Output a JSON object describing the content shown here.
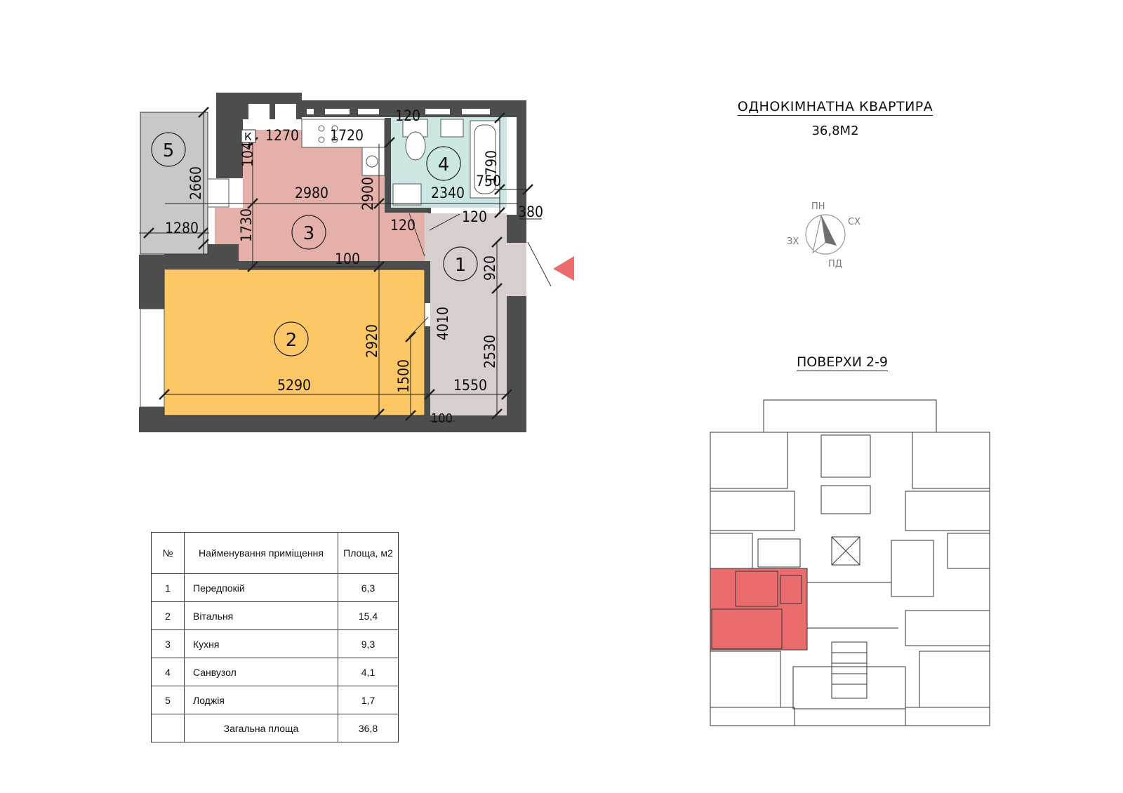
{
  "plan_title": "ОДНОКІМНАТНА КВАРТИРА",
  "plan_area": "36,8М2",
  "floors_label": "ПОВЕРХИ 2-9",
  "compass": {
    "n": "ПН",
    "e": "СХ",
    "w": "ЗХ",
    "s": "ПД"
  },
  "room_numbers": [
    "1",
    "2",
    "3",
    "4",
    "5"
  ],
  "room_colors": {
    "hall": "#d6cfcd",
    "living": "#fdc766",
    "kitchen": "#e6b0aa",
    "bath": "#cce6e4",
    "loggia": "#c8c8c8",
    "wall": "#4d4d4d",
    "highlight": "#ea6c6c",
    "entry_arrow": "#ea6c6c"
  },
  "dimensions": {
    "d1270": "1270",
    "d1720": "1720",
    "d120a": "120",
    "d1040": "1040",
    "d2660": "2660",
    "d1280": "1280",
    "d2980": "2980",
    "d1730": "1730",
    "d2900": "2900",
    "d2340": "2340",
    "d1790": "1790",
    "d750": "750",
    "d380": "380",
    "d120b": "120",
    "d120c": "120",
    "d100a": "100",
    "d920": "920",
    "d4010": "4010",
    "d2920": "2920",
    "d2530": "2530",
    "d5290": "5290",
    "d1500": "1500",
    "d1550": "1550",
    "d100b": "100",
    "k": "К"
  },
  "table": {
    "headers": {
      "no": "№",
      "name": "Найменування приміщення",
      "area": "Площа, м2"
    },
    "rows": [
      {
        "no": "1",
        "name": "Передпокій",
        "area": "6,3"
      },
      {
        "no": "2",
        "name": "Вітальня",
        "area": "15,4"
      },
      {
        "no": "3",
        "name": "Кухня",
        "area": "9,3"
      },
      {
        "no": "4",
        "name": "Санвузол",
        "area": "4,1"
      },
      {
        "no": "5",
        "name": "Лоджія",
        "area": "1,7"
      }
    ],
    "total": {
      "name": "Загальна площа",
      "area": "36,8"
    }
  }
}
